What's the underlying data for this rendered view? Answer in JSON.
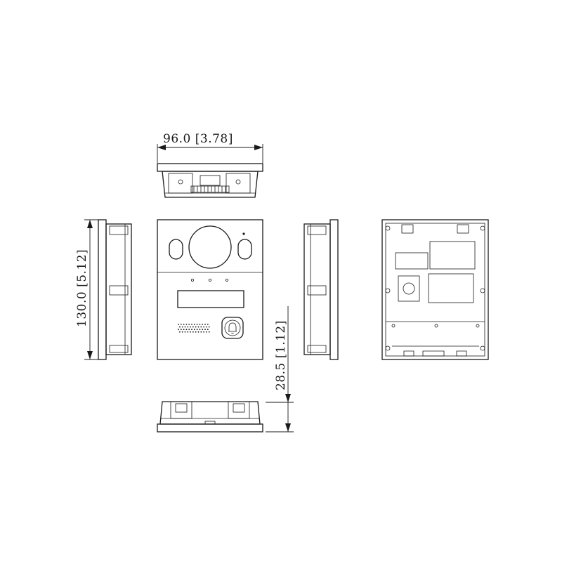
{
  "dimensions": {
    "width_label": "96.0 [3.78]",
    "height_label": "130.0 [5.12]",
    "depth_label": "28.5 [1.12]"
  },
  "colors": {
    "line": "#1a1a1a",
    "background": "#ffffff"
  },
  "icons": {
    "call_button": "bell-icon"
  }
}
